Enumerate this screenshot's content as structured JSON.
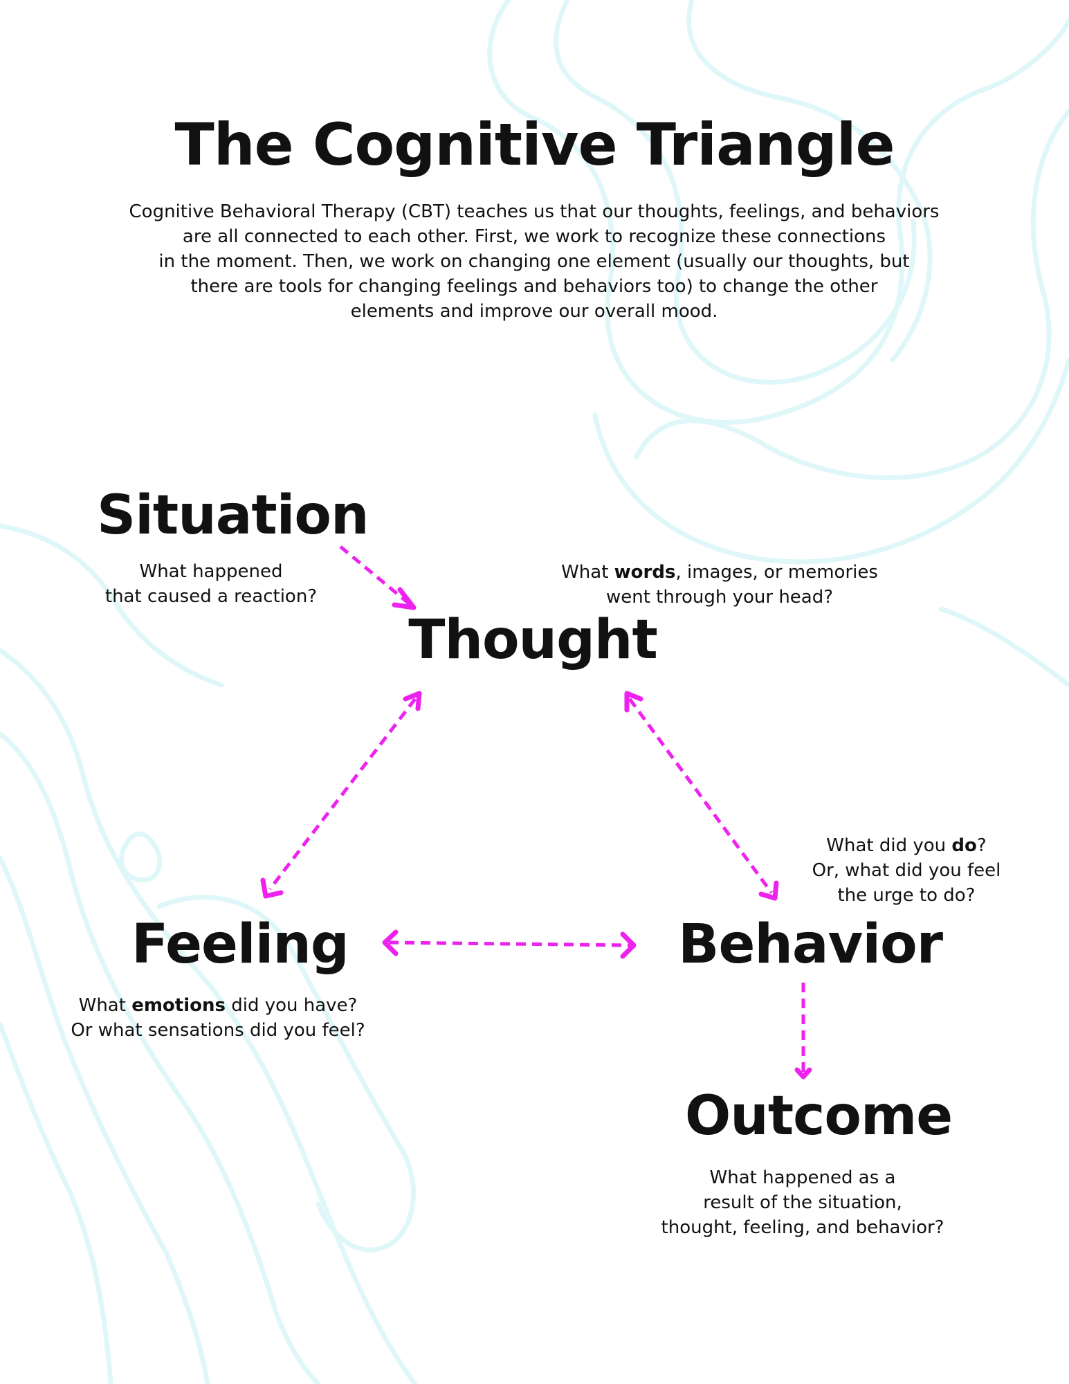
{
  "title": "The Cognitive Triangle",
  "intro": [
    "Cognitive Behavioral Therapy (CBT) teaches us that our thoughts, feelings, and behaviors",
    "are all connected to each other. First, we work to recognize these connections",
    "in the moment. Then, we work on changing one element (usually our thoughts, but",
    "there are tools for changing feelings and behaviors too) to change the other",
    "elements and improve our overall mood."
  ],
  "nodes": {
    "situation": {
      "label": "Situation",
      "question": [
        "What happened",
        "that caused a reaction?"
      ]
    },
    "thought": {
      "label": "Thought",
      "question": [
        {
          "before": "What ",
          "bold": "words",
          "after": ", images, or memories"
        },
        "went through your head?"
      ]
    },
    "feeling": {
      "label": "Feeling",
      "question": [
        {
          "before": "What ",
          "bold": "emotions",
          "after": " did you have?"
        },
        "Or what sensations did you feel?"
      ]
    },
    "behavior": {
      "label": "Behavior",
      "question": [
        {
          "before": "What did you ",
          "bold": "do",
          "after": "?"
        },
        "Or, what did you feel",
        "the urge to do?"
      ]
    },
    "outcome": {
      "label": "Outcome",
      "question": [
        "What happened as a",
        "result of the situation,",
        "thought, feeling, and behavior?"
      ]
    }
  },
  "colors": {
    "arrow": "#ee22ee",
    "background_lines": "#dff7f9",
    "text": "#111111"
  }
}
